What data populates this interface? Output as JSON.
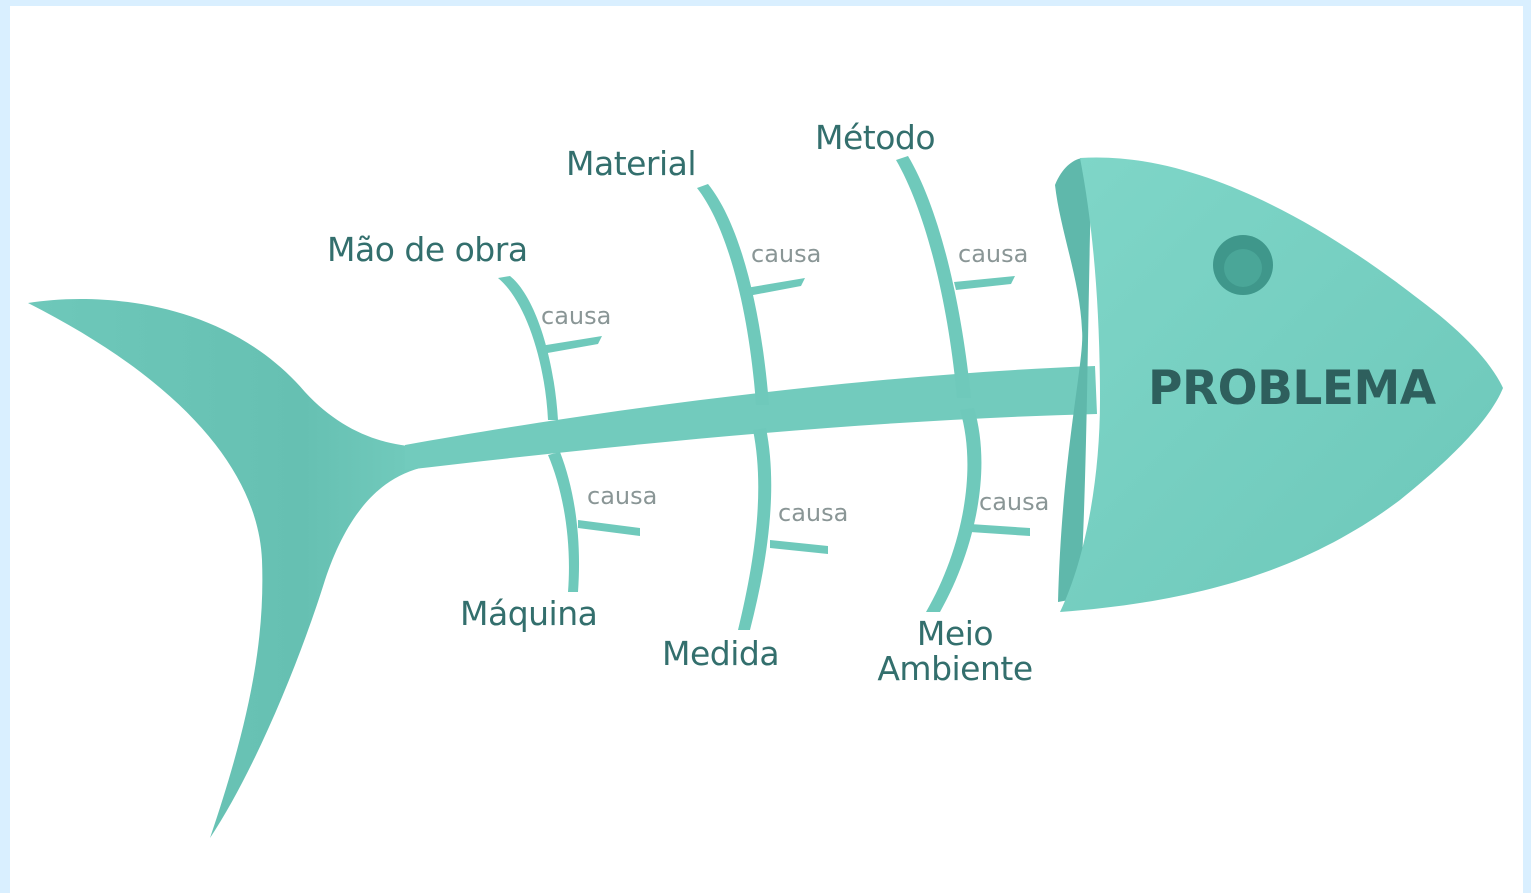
{
  "problem": {
    "label": "PROBLEMA"
  },
  "categories": {
    "mao_de_obra": "Mão de obra",
    "material": "Material",
    "metodo": "Método",
    "maquina": "Máquina",
    "medida": "Medida",
    "meio_ambiente": [
      "Meio",
      "Ambiente"
    ]
  },
  "causes": [
    "causa",
    "causa",
    "causa",
    "causa",
    "causa",
    "causa"
  ],
  "colors": {
    "fish_body": "#72cbbd",
    "fish_dark": "#5ab3a6",
    "fish_light": "#8fdccf",
    "eye": "#3d9488",
    "text": "#336f6d",
    "cause_text": "#8a9696",
    "outer_background": "#d9efff"
  }
}
